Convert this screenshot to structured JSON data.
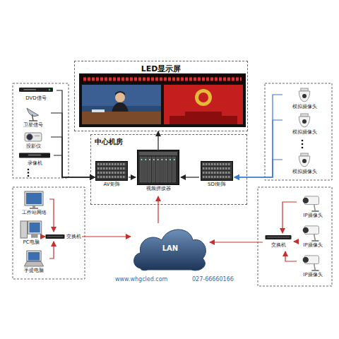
{
  "diagram": {
    "nodes": [
      {
        "text": [
          "LED显示屏"
        ]
      },
      {
        "text": [
          "中心机房"
        ]
      },
      {
        "text": [
          "AV矩阵"
        ],
        "in": 1
      },
      {
        "text": [
          "视频拼接器"
        ],
        "in": 1
      },
      {
        "text": [
          "SDI矩阵"
        ],
        "in": 1
      },
      {
        "text": [
          "DVD信号"
        ]
      },
      {
        "text": [
          "卫星信号"
        ]
      },
      {
        "text": [
          "投影仪"
        ]
      },
      {
        "text": [
          "录像机"
        ]
      },
      {
        "text": [
          "模拟摄像头"
        ]
      },
      {
        "text": [
          "模拟摄像头"
        ]
      },
      {
        "text": [
          "模拟摄像头"
        ]
      },
      {
        "text": [
          "工作站网络"
        ]
      },
      {
        "text": [
          "PC电脑"
        ]
      },
      {
        "text": [
          "手提电脑"
        ]
      },
      {
        "text": [
          "交换机"
        ]
      },
      {
        "text": [
          "LAN"
        ]
      },
      {
        "text": [
          "交换机"
        ]
      },
      {
        "text": [
          "IP摄像头"
        ]
      },
      {
        "text": [
          "IP摄像头"
        ]
      },
      {
        "text": [
          "IP摄像头"
        ]
      }
    ],
    "edges": [
      {
        "from": 3,
        "to": 0,
        "arrow": "to"
      },
      {
        "from": 2,
        "to": 3,
        "arrow": "to"
      },
      {
        "from": 4,
        "to": 3,
        "arrow": "to"
      },
      {
        "from": 5,
        "to": 2,
        "arrow": "to"
      },
      {
        "from": 6,
        "to": 2,
        "arrow": "to"
      },
      {
        "from": 7,
        "to": 2,
        "arrow": "to"
      },
      {
        "from": 8,
        "to": 2,
        "arrow": "to"
      },
      {
        "from": 9,
        "to": 4,
        "arrow": "to"
      },
      {
        "from": 10,
        "to": 4,
        "arrow": "to"
      },
      {
        "from": 11,
        "to": 4,
        "arrow": "to"
      },
      {
        "from": 12,
        "to": 15,
        "arrow": "to"
      },
      {
        "from": 13,
        "to": 15,
        "arrow": "to"
      },
      {
        "from": 14,
        "to": 15,
        "arrow": "to"
      },
      {
        "from": 15,
        "to": 16,
        "arrow": "to"
      },
      {
        "from": 16,
        "to": 3,
        "arrow": "to"
      },
      {
        "from": 17,
        "to": 16,
        "arrow": "to"
      },
      {
        "from": 18,
        "to": 17,
        "arrow": "to"
      },
      {
        "from": 19,
        "to": 17,
        "arrow": "to"
      },
      {
        "from": 20,
        "to": 17,
        "arrow": "to"
      }
    ],
    "labels": [
      "www.whgcled.com",
      "027-66660166"
    ]
  }
}
